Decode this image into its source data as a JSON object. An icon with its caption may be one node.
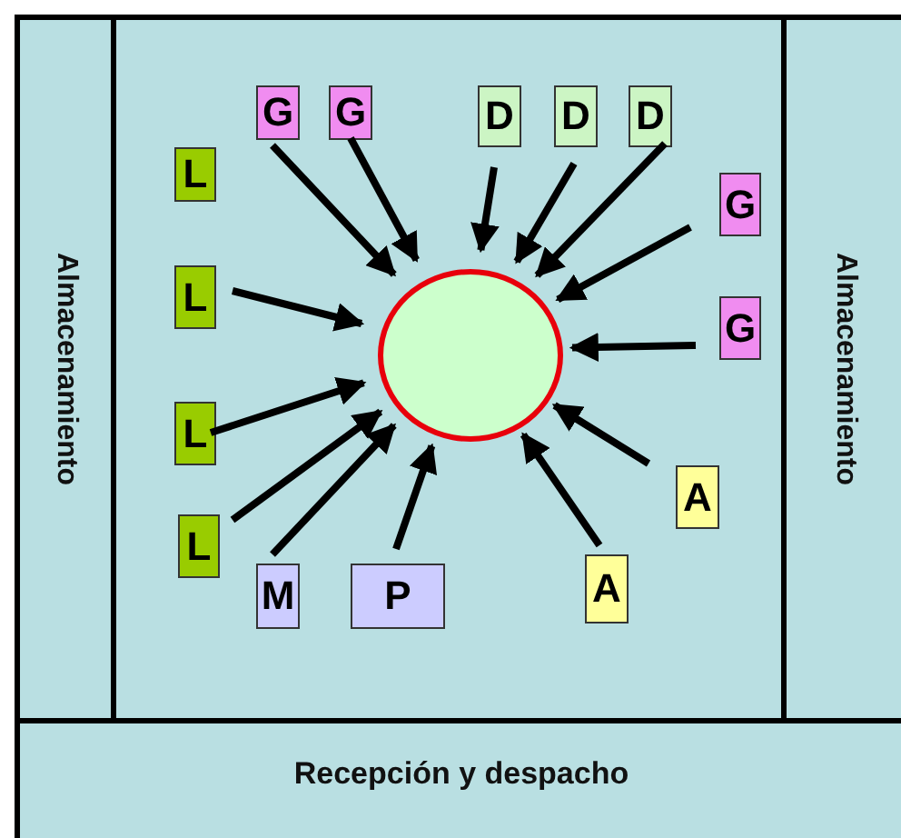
{
  "diagram": {
    "nodes": [
      {
        "text": [
          "Almacenamiento"
        ]
      },
      {
        "text": [],
        "shape": "box"
      },
      {
        "text": [
          "G"
        ],
        "in": 1
      },
      {
        "text": [
          "G"
        ],
        "in": 1
      },
      {
        "text": [
          "D"
        ],
        "in": 1
      },
      {
        "text": [
          "D"
        ],
        "in": 1
      },
      {
        "text": [
          "D"
        ],
        "in": 1
      },
      {
        "text": [
          "L"
        ],
        "in": 1
      },
      {
        "text": [
          "G"
        ],
        "in": 1
      },
      {
        "text": [
          "L"
        ],
        "in": 1
      },
      {
        "text": [],
        "shape": "circle",
        "in": 1
      },
      {
        "text": [
          "G"
        ],
        "in": 1
      },
      {
        "text": [
          "L"
        ],
        "in": 1
      },
      {
        "text": [
          "A"
        ],
        "in": 1
      },
      {
        "text": [
          "L"
        ],
        "in": 1
      },
      {
        "text": [
          "A"
        ],
        "in": 1
      },
      {
        "text": [
          "M"
        ],
        "in": 1
      },
      {
        "text": [
          "P"
        ],
        "in": 1
      },
      {
        "text": [
          "Almacenamiento"
        ]
      },
      {
        "text": [
          "Recepción y despacho"
        ]
      }
    ],
    "edges": [
      {
        "from": 2,
        "to": 10,
        "arrow": "to"
      },
      {
        "from": 3,
        "to": 10,
        "arrow": "to"
      },
      {
        "from": 4,
        "to": 10,
        "arrow": "to"
      },
      {
        "from": 5,
        "to": 10,
        "arrow": "to"
      },
      {
        "from": 6,
        "to": 10,
        "arrow": "to"
      },
      {
        "from": 8,
        "to": 10,
        "arrow": "to"
      },
      {
        "from": 11,
        "to": 10,
        "arrow": "to"
      },
      {
        "from": 9,
        "to": 10,
        "arrow": "to"
      },
      {
        "from": 12,
        "to": 10,
        "arrow": "to"
      },
      {
        "from": 14,
        "to": 10,
        "arrow": "to"
      },
      {
        "from": 16,
        "to": 10,
        "arrow": "to"
      },
      {
        "from": 17,
        "to": 10,
        "arrow": "to"
      },
      {
        "from": 13,
        "to": 10,
        "arrow": "to"
      },
      {
        "from": 15,
        "to": 10,
        "arrow": "to"
      }
    ]
  }
}
